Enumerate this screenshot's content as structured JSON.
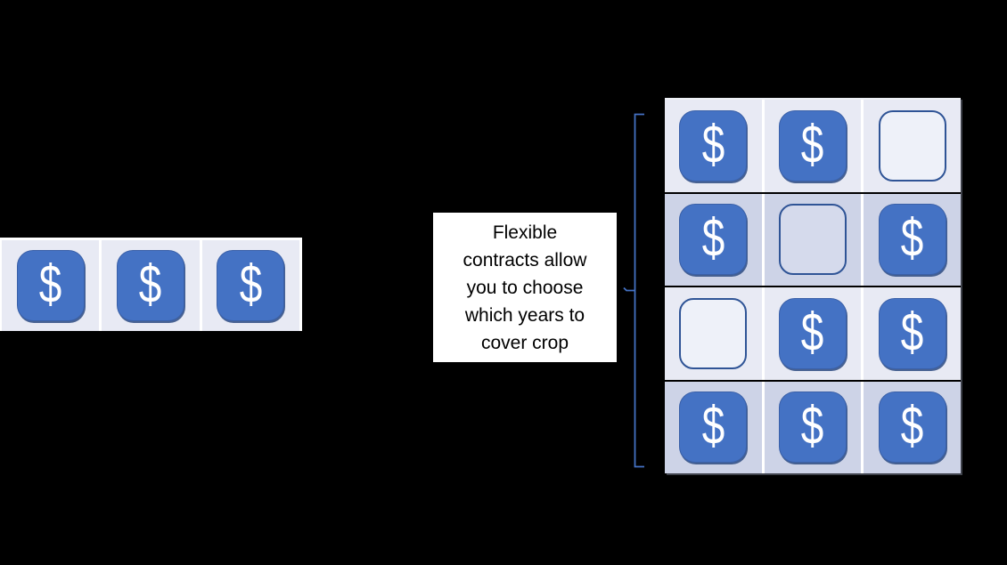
{
  "scene": {
    "description": "Slide diagram comparing a single row of paid years with a flexible multi-year contract grid",
    "background": "#000000"
  },
  "icons": {
    "dollar_glyph": "$"
  },
  "left_row": {
    "cells": [
      {
        "type": "dollar"
      },
      {
        "type": "dollar"
      },
      {
        "type": "dollar"
      }
    ]
  },
  "callout": {
    "text": "Flexible contracts allow you to choose which years to cover crop",
    "lines": [
      "Flexible",
      "contracts allow",
      "you to choose",
      "which years to",
      "cover crop"
    ]
  },
  "grid": {
    "rows": [
      {
        "shade": "light",
        "cells": [
          "dollar",
          "dollar",
          "empty"
        ]
      },
      {
        "shade": "dark",
        "cells": [
          "dollar",
          "empty",
          "dollar"
        ]
      },
      {
        "shade": "light",
        "cells": [
          "empty",
          "dollar",
          "dollar"
        ]
      },
      {
        "shade": "dark",
        "cells": [
          "dollar",
          "dollar",
          "dollar"
        ]
      }
    ]
  },
  "colors": {
    "background": "#000000",
    "dollar_fill": "#4472c4",
    "dollar_border": "#3a60a8",
    "empty_border": "#2f5496",
    "row_light": "#e8eaf4",
    "row_dark": "#cdd3e7",
    "empty_light": "#eef1f9",
    "empty_dark": "#d5daec",
    "bracket": "#4472c4",
    "callout_bg": "#ffffff",
    "callout_color": "#000000",
    "divider_black": "#000000",
    "divider_white": "#ffffff"
  }
}
